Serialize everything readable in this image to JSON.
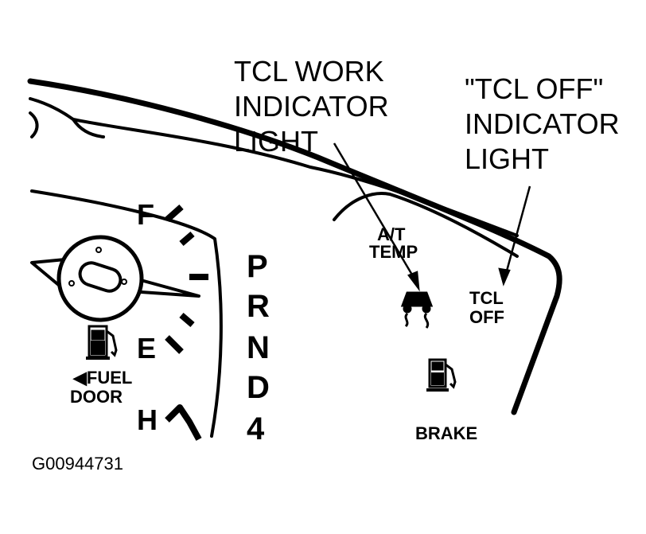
{
  "callouts": {
    "tcl_work": [
      "TCL WORK",
      "INDICATOR",
      "LIGHT"
    ],
    "tcl_off": [
      "\"TCL OFF\"",
      "INDICATOR",
      "LIGHT"
    ]
  },
  "fuel_gauge": {
    "full_label": "F",
    "empty_label": "E",
    "fuel_door_label": [
      "◀FUEL",
      "DOOR"
    ],
    "fuel_pump_icon": "fuel-pump-icon"
  },
  "temp_gauge": {
    "hot_label": "H"
  },
  "gear_indicator": {
    "positions": [
      "P",
      "R",
      "N",
      "D",
      "4"
    ]
  },
  "warning_lights": {
    "at_temp": [
      "A/T",
      "TEMP"
    ],
    "tcl_work_icon": "skidding-car-icon",
    "tcl_off": [
      "TCL",
      "OFF"
    ],
    "low_fuel_icon": "fuel-pump-icon",
    "brake": "BRAKE"
  },
  "figure_id": "G00944731"
}
